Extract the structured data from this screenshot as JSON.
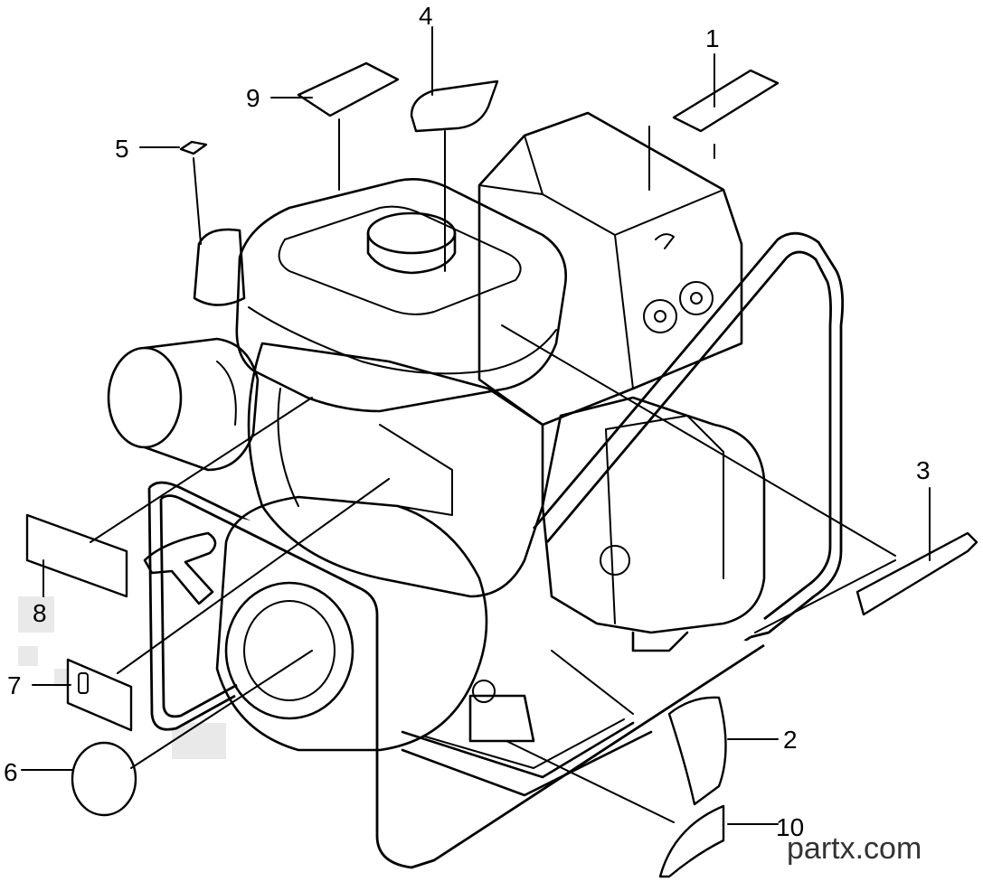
{
  "watermark": "partx.com",
  "callouts": [
    {
      "id": "1",
      "label": "1"
    },
    {
      "id": "2",
      "label": "2"
    },
    {
      "id": "3",
      "label": "3"
    },
    {
      "id": "4",
      "label": "4"
    },
    {
      "id": "5",
      "label": "5"
    },
    {
      "id": "6",
      "label": "6"
    },
    {
      "id": "7",
      "label": "7"
    },
    {
      "id": "8",
      "label": "8"
    },
    {
      "id": "9",
      "label": "9"
    },
    {
      "id": "10",
      "label": "10"
    }
  ]
}
